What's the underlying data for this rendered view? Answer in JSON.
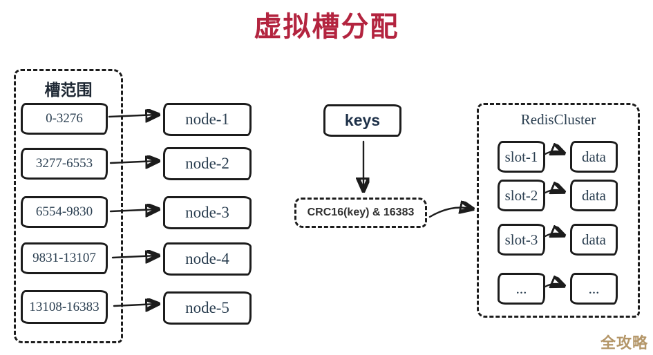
{
  "title": "虚拟槽分配",
  "watermark": "全攻略",
  "slot_ranges": {
    "label": "槽范围",
    "items": [
      "0-3276",
      "3277-6553",
      "6554-9830",
      "9831-13107",
      "13108-16383"
    ]
  },
  "nodes": [
    "node-1",
    "node-2",
    "node-3",
    "node-4",
    "node-5"
  ],
  "hash_flow": {
    "keys": "keys",
    "formula": "CRC16(key) & 16383"
  },
  "cluster": {
    "label": "RedisCluster",
    "rows": [
      {
        "slot": "slot-1",
        "data": "data"
      },
      {
        "slot": "slot-2",
        "data": "data"
      },
      {
        "slot": "slot-3",
        "data": "data"
      },
      {
        "slot": "...",
        "data": "..."
      }
    ]
  },
  "colors": {
    "title": "#b3243f",
    "ink": "#1c1c1c",
    "text": "#2a3e50",
    "watermark": "#b49668"
  }
}
